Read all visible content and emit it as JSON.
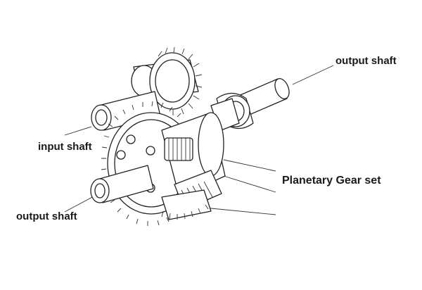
{
  "labels": {
    "output_shaft_top": "output shaft",
    "input_shaft": "input shaft",
    "planetary_gear_set": "Planetary Gear set",
    "output_shaft_bottom": "output shaft"
  },
  "colors": {
    "background": "#ffffff",
    "line": "#222222",
    "text": "#1a1a1a"
  }
}
